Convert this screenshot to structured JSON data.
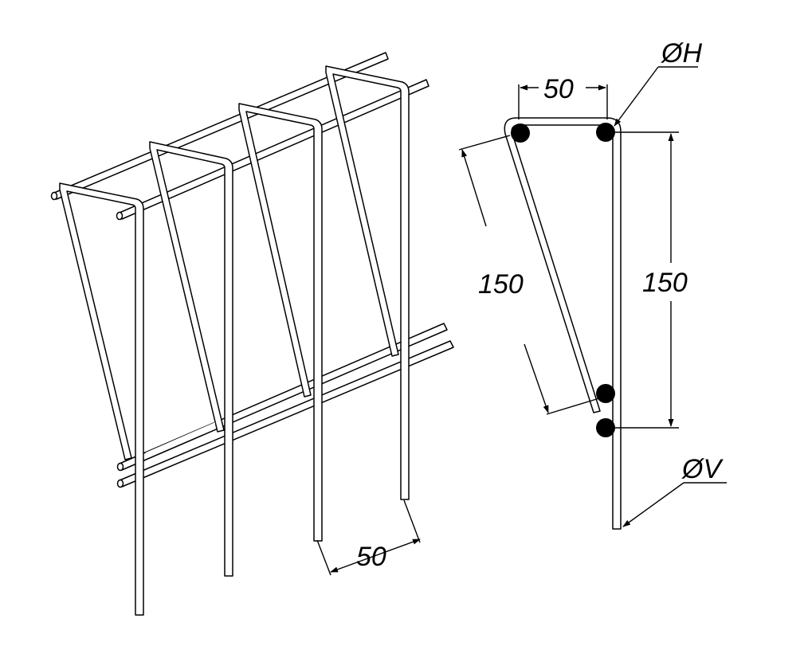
{
  "dimensions": {
    "perspective_spacing": "50",
    "section_top_width": "50",
    "section_inclined_length": "150",
    "section_vertical_height": "150"
  },
  "labels": {
    "horizontal_bar_diameter": "ØH",
    "vertical_bar_diameter": "ØV"
  },
  "colors": {
    "line": "#000000",
    "background": "#ffffff"
  }
}
